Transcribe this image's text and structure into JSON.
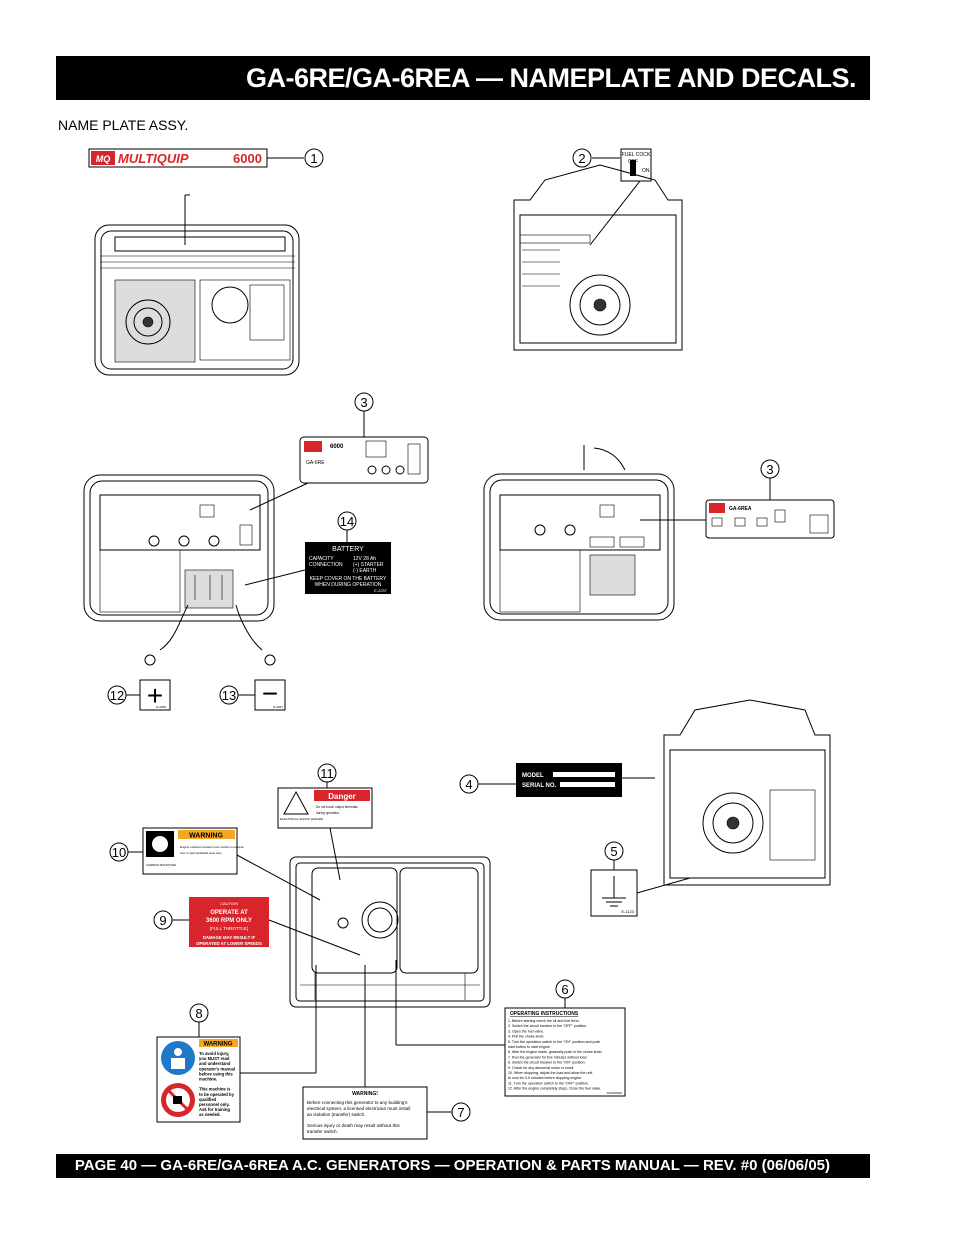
{
  "page": {
    "title": "GA-6RE/GA-6REA — NAMEPLATE AND DECALS.",
    "subtitle": "NAME PLATE  ASSY.",
    "footer": "PAGE 40 — GA-6RE/GA-6REA A.C. GENERATORS — OPERATION & PARTS MANUAL — REV. #0  (06/06/05)"
  },
  "callouts": [
    "1",
    "2",
    "3",
    "3",
    "14",
    "12",
    "13",
    "4",
    "5",
    "6",
    "7",
    "8",
    "9",
    "10",
    "11"
  ],
  "decals": {
    "nameplate": {
      "brand": "MULTIQUIP",
      "logo": "MQ",
      "model": "6000"
    },
    "fuel_cock": {
      "label": "FUEL COCK",
      "off": "OFF",
      "on": "ON"
    },
    "panel_re": {
      "model": "6000",
      "name": "GA-6RE"
    },
    "panel_rea": {
      "name": "GA-6REA"
    },
    "battery": {
      "title": "BATTERY",
      "row1_label": "CAPACITY",
      "row1_value": "12V 28 Ah",
      "row2_label": "CONNECTION",
      "row2_value_a": "(+)  STARTER",
      "row2_value_b": "(-)  EARTH",
      "note1": "KEEP COVER ON THE BATTERY",
      "note2": "WHEN DURING OPERATION",
      "code": "E-2297"
    },
    "plus": {
      "symbol": "+",
      "code": "E-2056"
    },
    "minus": {
      "symbol": "−",
      "code": "E-2057"
    },
    "model_serial": {
      "model_label": "MODEL",
      "serial_label": "SERIAL NO."
    },
    "ground": {
      "code": "E-1123"
    },
    "operating": {
      "title": "OPERATING INSTRUCTIONS",
      "lines": [
        "1. Before starting check the oil and fuel level.",
        "2. Switch the circuit breaker to the \"OFF\" position.",
        "3. Open the fuel valve.",
        "4. Pull the choke knob.",
        "5. Turn the operation switch to the \"ON\" position and push",
        "    start button to start engine.",
        "6. After the engine starts, gradually push in the choke knob.",
        "7. Run the generator for five minutes without load.",
        "8. Switch the circuit breaker to the \"ON\" position.",
        "9. Check for any abnormal noise or smell.",
        "10. When stopping, adjust the load and allow the unit",
        "     to cool for 3-5 minutes before stopping engine.",
        "11. Turn the operation switch to the \"OFF\" position.",
        "12. After the engine completely stops, Close the fuel valve."
      ],
      "code": "A03000000"
    },
    "warning_transfer": {
      "title": "WARNING!",
      "body": [
        "Before connecting this generator to any building's",
        "electrical system, a licensed electrician must install",
        "an isolation (transfer) switch."
      ],
      "body2": [
        "Serious injury or death may result without this",
        "transfer switch."
      ]
    },
    "warning_manual": {
      "header": "WARNING",
      "lines": [
        "To avoid injury,",
        "you MUST read",
        "and understand",
        "operator's manual",
        "before using this",
        "machine.",
        "",
        "This machine is",
        "to be operated by",
        "qualified",
        "personnel only.",
        "Ask for training",
        "as needed."
      ]
    },
    "caution_rpm": {
      "header": "CAUTION",
      "line1": "OPERATE AT",
      "line2": "3600 RPM ONLY",
      "line3": "(FULL THROTTLE)",
      "line4": "DAMAGE MAY RESULT IF",
      "line5": "OPERATED AT LOWER SPEEDS"
    },
    "warning_exhaust": {
      "header": "WARNING",
      "line1": "Engine exhaust contains toxic carbon monoxide.",
      "line2": "Use in well ventilated area only.",
      "side": "CARBON MONOXIDE"
    },
    "danger": {
      "header": "Danger",
      "side": "ELECTRICAL SHOCK HAZARD",
      "line1": "Do not touch output terminals",
      "line2": "during operation."
    }
  },
  "colors": {
    "black": "#000000",
    "red": "#d8252b",
    "warning_orange": "#f5a623",
    "blue": "#1f79c8",
    "white": "#ffffff"
  }
}
